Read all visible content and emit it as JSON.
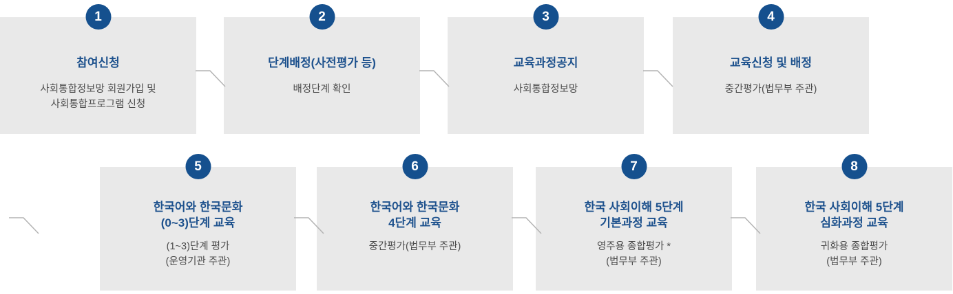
{
  "colors": {
    "badge_bg": "#15508e",
    "title": "#1d518d",
    "card_bg": "#e9e9e9",
    "desc": "#4d4d4d",
    "arrow": "#b3b3b3"
  },
  "steps": [
    {
      "number": "1",
      "title": "참여신청",
      "desc": "사회통합정보망 회원가입 및\n사회통합프로그램 신청"
    },
    {
      "number": "2",
      "title": "단계배정(사전평가 등)",
      "desc": "배정단계 확인"
    },
    {
      "number": "3",
      "title": "교육과정공지",
      "desc": "사회통합정보망"
    },
    {
      "number": "4",
      "title": "교육신청 및 배정",
      "desc": "중간평가(법무부 주관)"
    },
    {
      "number": "5",
      "title": "한국어와 한국문화\n(0~3)단계 교육",
      "desc": "(1~3)단계 평가\n(운영기관 주관)"
    },
    {
      "number": "6",
      "title": "한국어와 한국문화\n4단계 교육",
      "desc": "중간평가(법무부 주관)"
    },
    {
      "number": "7",
      "title": "한국 사회이해 5단계\n기본과정 교육",
      "desc": "영주용 종합평가 *\n(법무부 주관)"
    },
    {
      "number": "8",
      "title": "한국 사회이해 5단계\n심화과정 교육",
      "desc": "귀화용 종합평가\n(법무부 주관)"
    }
  ]
}
